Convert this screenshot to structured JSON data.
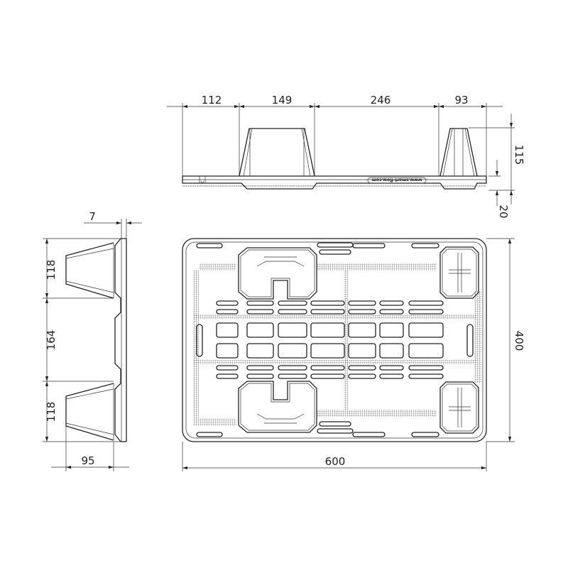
{
  "drawing": {
    "top_view_dimensions": [
      "112",
      "149",
      "246",
      "93"
    ],
    "height_dimensions": [
      "115",
      "20"
    ],
    "side_view_dimensions": {
      "thickness": "7",
      "block1": "118",
      "gap": "164",
      "block2": "118",
      "depth": "95"
    },
    "plan_view_dimensions": {
      "length": "600",
      "width": "400"
    },
    "embossed_text": "www.smart-flow.com",
    "line_color": "#222222",
    "background": "#ffffff"
  }
}
